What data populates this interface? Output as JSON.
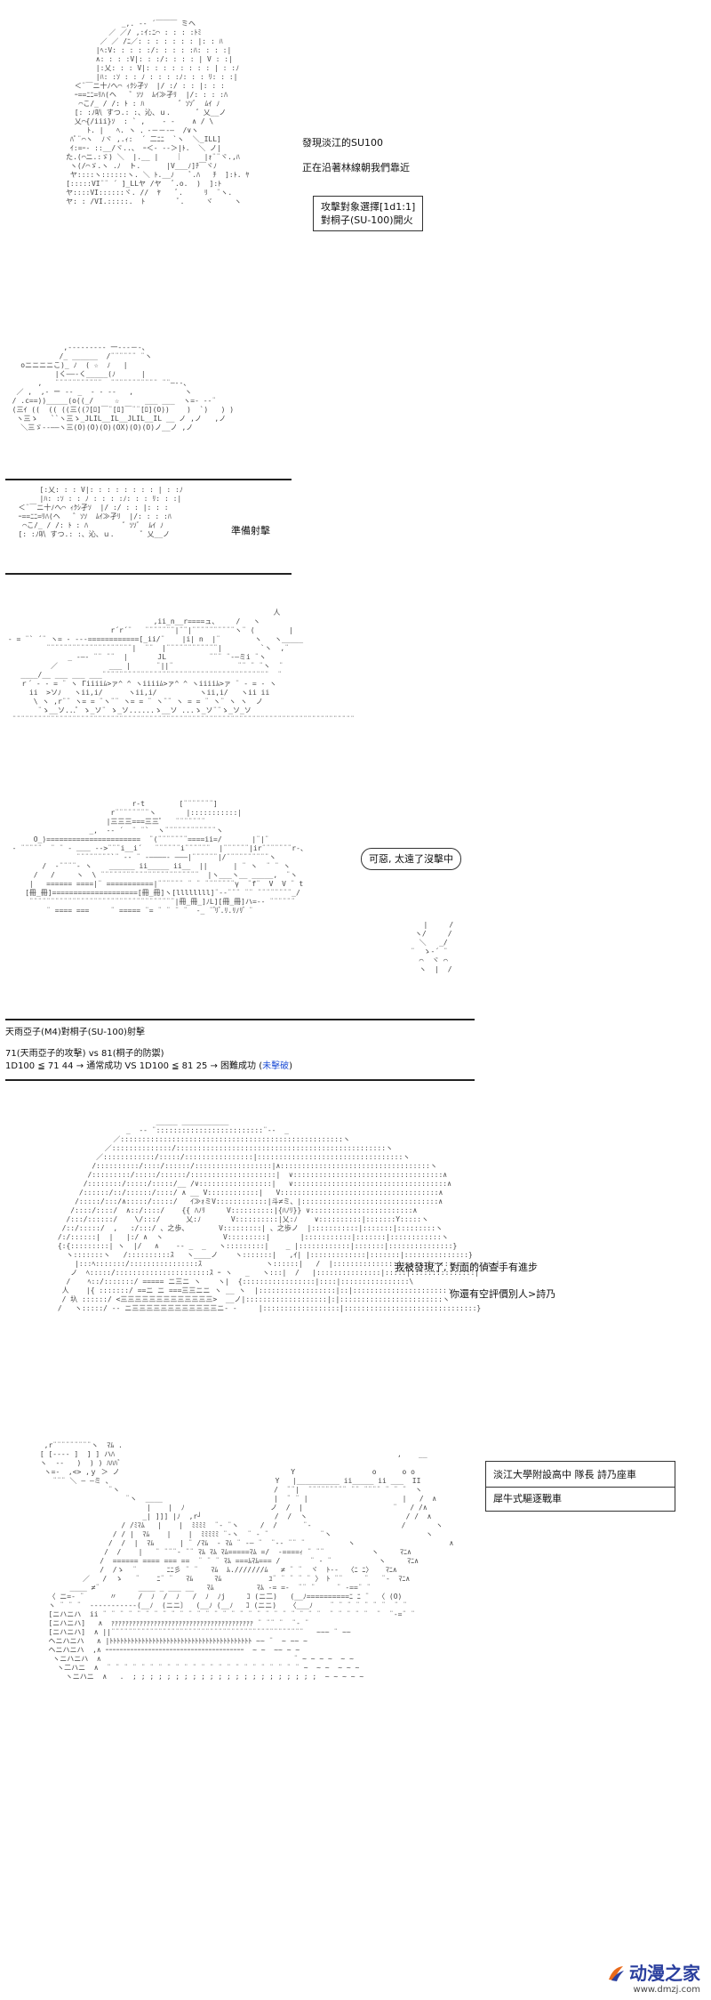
{
  "panel1": {
    "line1": "發現淡江的SU100",
    "line2": "正在沿著林線朝我們靠近",
    "box_line1": "攻擊對象選擇[1d1:1]",
    "box_line2": "對桐子(SU-100)開火"
  },
  "panel2": {
    "caption": "準備射擊"
  },
  "panel4": {
    "bubble": "可惡, 太遠了沒擊中",
    "title": "天雨亞子(M4)對桐子(SU-100)射擊",
    "roll_line1": "71(天雨亞子的攻擊) vs 81(桐子的防禦)",
    "roll_line2_prefix": "1D100 ≦ 71  44 → 通常成功 VS 1D100 ≦ 81  25 → 困難成功 (",
    "roll_line2_result": "未擊破",
    "roll_line2_suffix": ")"
  },
  "panel5": {
    "line1": "我被發現了, 對面的偵查手有進步",
    "line2": "你還有空評價別人>詩乃"
  },
  "panel6": {
    "box_line1": "淡江大學附設高中 隊長 詩乃座車",
    "box_line2": "犀牛式驅逐戰車"
  },
  "watermark": {
    "logo": "动漫之家",
    "url": "www.dmzj.com"
  }
}
